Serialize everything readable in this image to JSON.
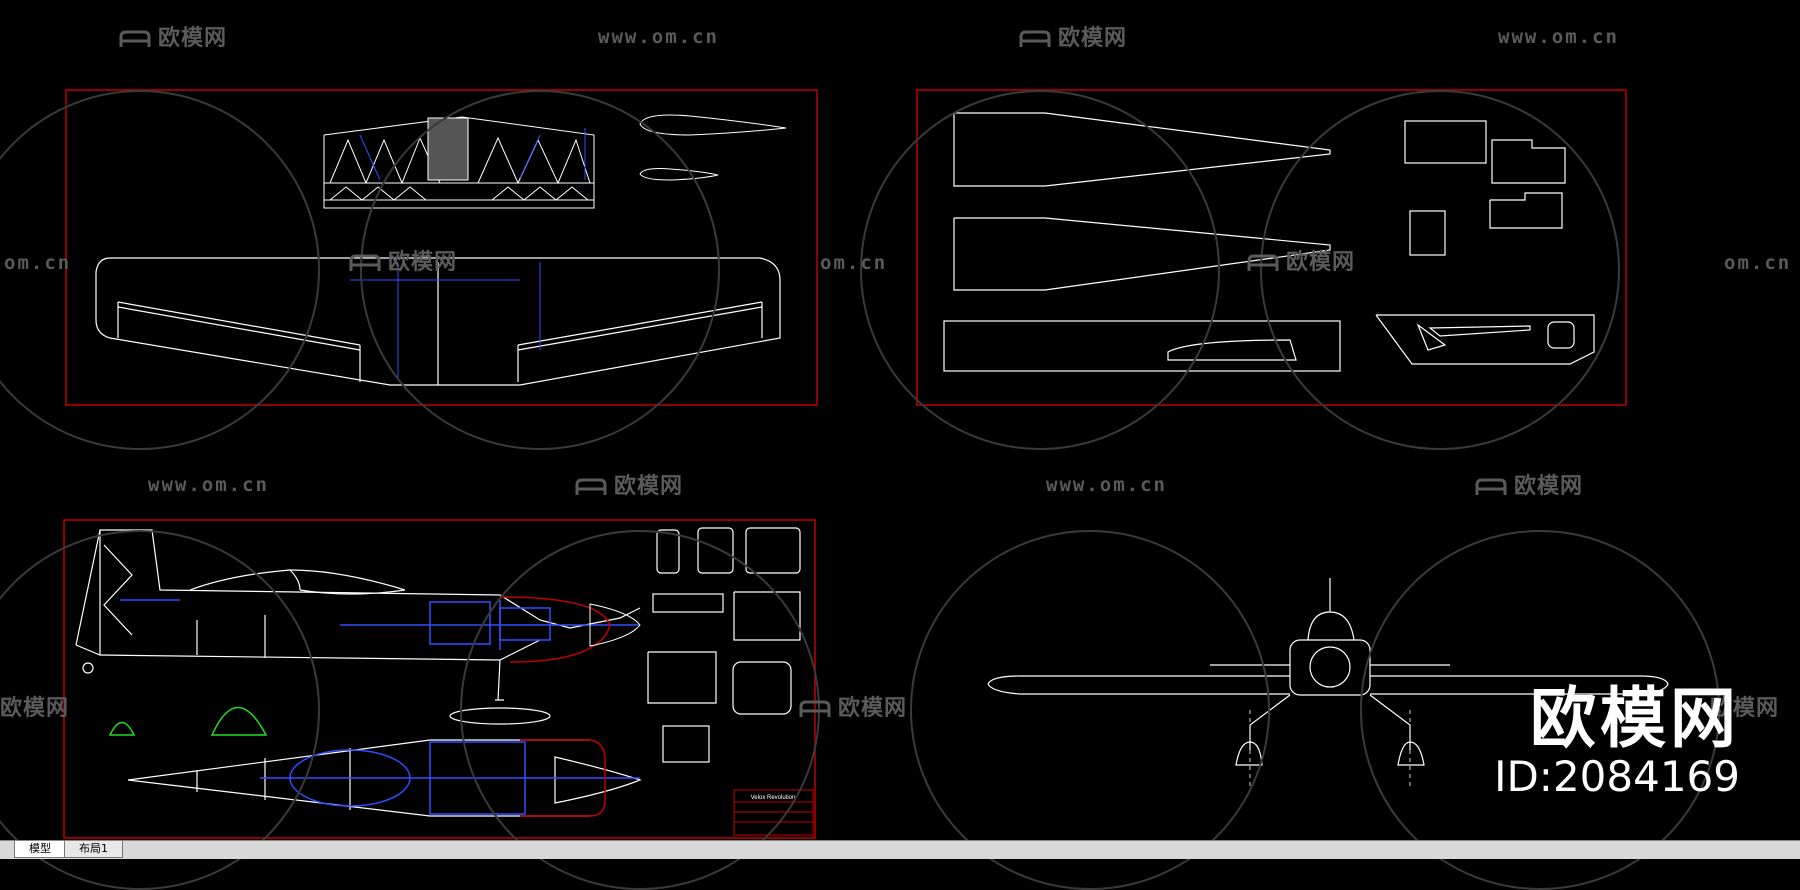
{
  "colors": {
    "background": "#000000",
    "frame": "#c00000",
    "linework": "#ffffff",
    "dimension": "#2f4fff",
    "watermark": "#5a5a5a",
    "green_part": "#22dd22"
  },
  "watermark": {
    "brand_text": "欧模网",
    "url_text": "www.om.cn",
    "url_partial": "om.cn"
  },
  "brand": {
    "title": "欧模网",
    "id": "ID:2084169"
  },
  "title_block": {
    "title": "Velox Revolution"
  },
  "tabs": [
    {
      "label": "模型",
      "active": true
    },
    {
      "label": "布局1",
      "active": false
    }
  ]
}
